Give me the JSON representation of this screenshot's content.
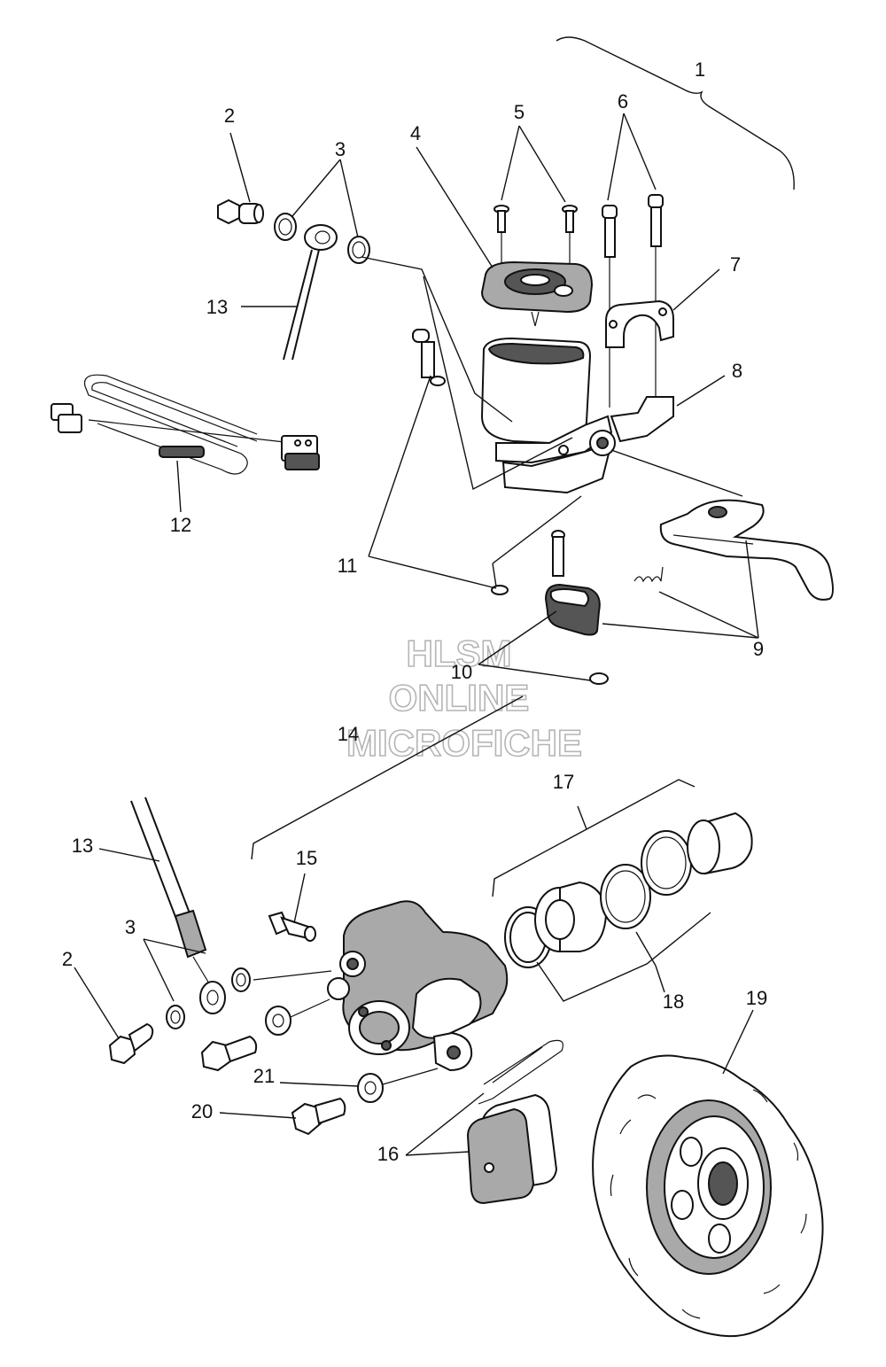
{
  "watermark": {
    "line1": "HLSM",
    "line2": "ONLINE",
    "line3": "MICROFICHE"
  },
  "callouts": {
    "c1": "1",
    "c2_top": "2",
    "c2_bottom": "2",
    "c3_top": "3",
    "c3_bottom": "3",
    "c4": "4",
    "c5": "5",
    "c6": "6",
    "c7": "7",
    "c8": "8",
    "c9": "9",
    "c10": "10",
    "c11": "11",
    "c12": "12",
    "c13_top": "13",
    "c13_bottom": "13",
    "c14": "14",
    "c15": "15",
    "c16": "16",
    "c17": "17",
    "c18": "18",
    "c19": "19",
    "c20": "20",
    "c21": "21"
  }
}
